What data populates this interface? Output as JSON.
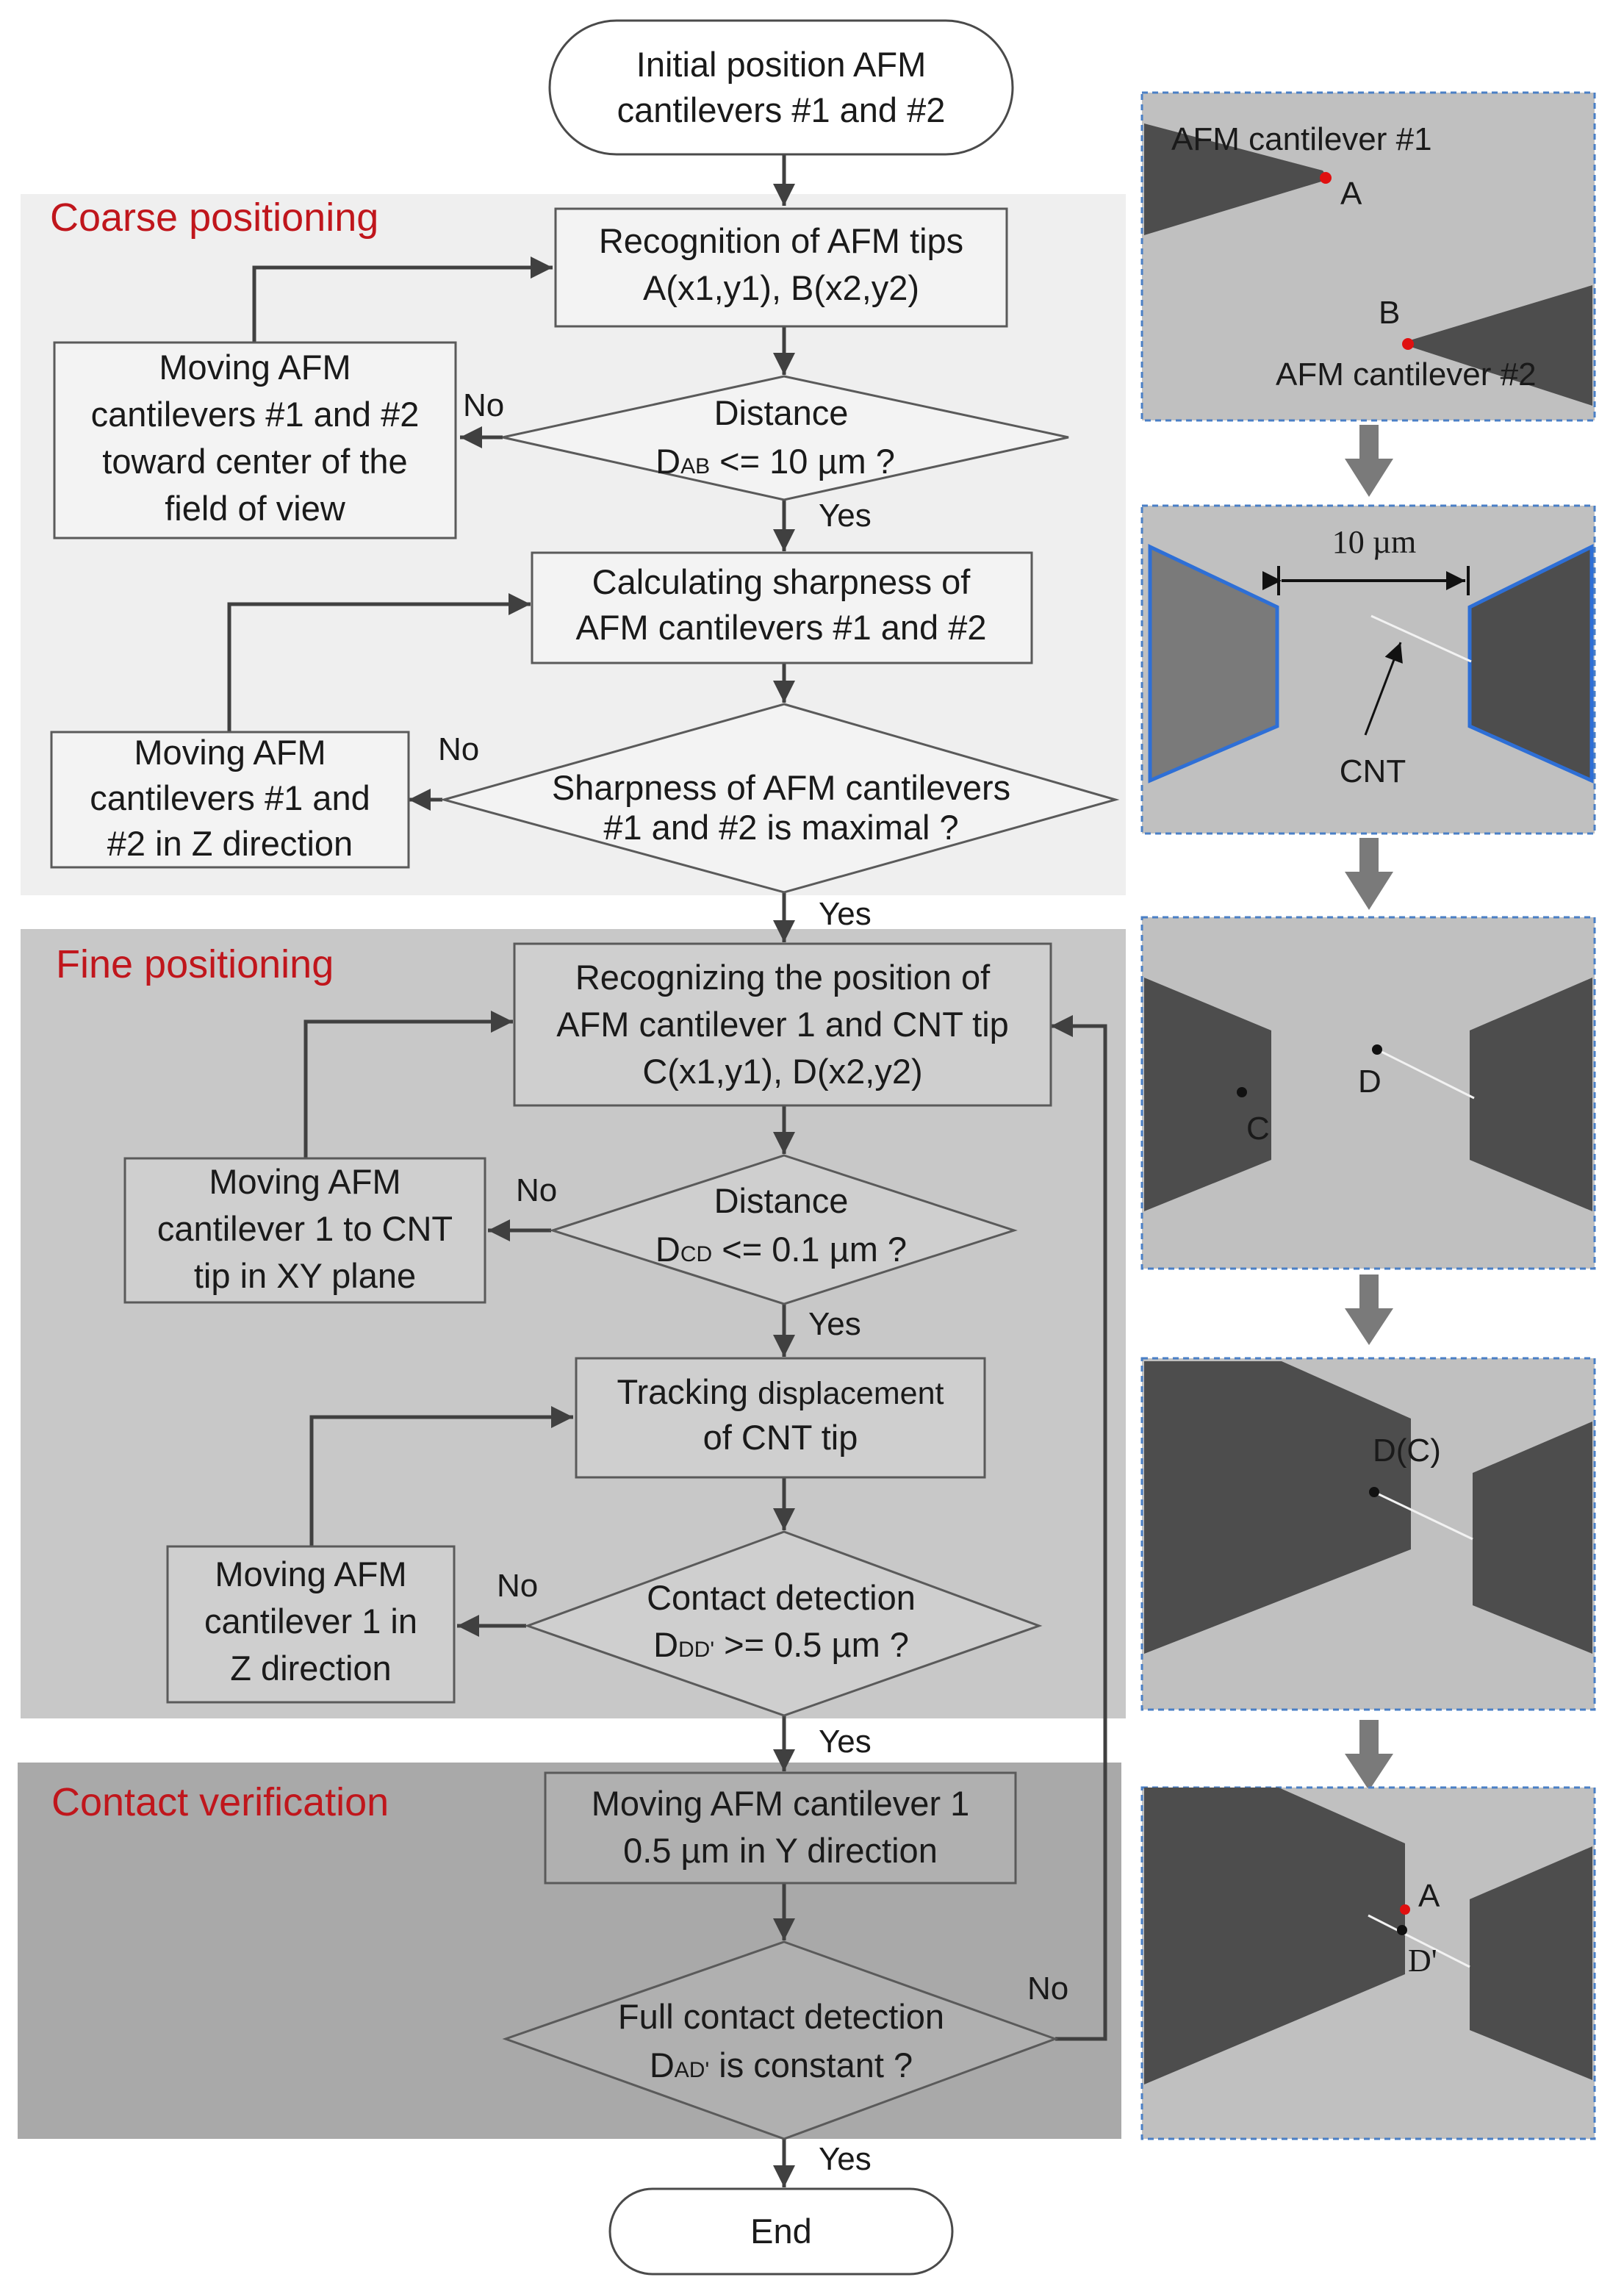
{
  "sections": {
    "coarse": "Coarse positioning",
    "fine": "Fine positioning",
    "contact": "Contact verification"
  },
  "start": {
    "line1": "Initial position AFM",
    "line2": "cantilevers #1 and #2"
  },
  "coarse": {
    "recognition": {
      "line1": "Recognition of  AFM tips",
      "line2": "A(x1,y1),  B(x2,y2)"
    },
    "move_center": {
      "line1": "Moving AFM",
      "line2": "cantilevers #1 and #2",
      "line3": "toward  center of the",
      "line4": "field of view"
    },
    "distance_check": {
      "line1": "Distance",
      "var": "D",
      "sub": "AB",
      "rest": " <= 10 µm ?"
    },
    "sharpness_calc": {
      "line1": "Calculating sharpness of",
      "line2": "AFM cantilevers #1 and  #2"
    },
    "move_z": {
      "line1": "Moving AFM",
      "line2": "cantilevers #1 and",
      "line3": "#2 in Z direction"
    },
    "sharpness_check": {
      "line1": "Sharpness  of AFM cantilevers",
      "line2": "#1 and #2 is maximal ?"
    }
  },
  "fine": {
    "recognize_pos": {
      "line1": "Recognizing the position of",
      "line2": "AFM cantilever 1 and CNT tip",
      "line3": "C(x1,y1), D(x2,y2)"
    },
    "move_xy": {
      "line1": "Moving AFM",
      "line2": "cantilever 1 to CNT",
      "line3": "tip in XY plane"
    },
    "distance_check": {
      "line1": "Distance",
      "var": "D",
      "sub": "CD",
      "rest": " <= 0.1 µm ?"
    },
    "tracking": {
      "line1a": "Tracking ",
      "line1b": "displacement",
      "line2": "of CNT tip"
    },
    "move_z": {
      "line1": "Moving AFM",
      "line2": "cantilever 1 in",
      "line3": "Z direction"
    },
    "contact_check": {
      "line1": "Contact detection",
      "var": "D",
      "sub": "DD'",
      "rest": " >= 0.5 µm ?"
    }
  },
  "contact": {
    "move_y": {
      "line1": "Moving AFM cantilever 1",
      "line2": "0.5 µm in Y direction"
    },
    "full_check": {
      "line1": "Full contact detection",
      "var": "D",
      "sub": "AD'",
      "rest": "  is constant ?"
    }
  },
  "end": "End",
  "edge_labels": {
    "yes": "Yes",
    "no": "No"
  },
  "panels": {
    "p1": {
      "cantilever1": "AFM cantilever #1",
      "cantilever2": "AFM cantilever #2",
      "point_a": "A",
      "point_b": "B"
    },
    "p2": {
      "scale": "10 µm",
      "cnt": "CNT"
    },
    "p3": {
      "point_c": "C",
      "point_d": "D"
    },
    "p4": {
      "point_dc": "D(C)"
    },
    "p5": {
      "point_a": "A",
      "point_dprime": "D'"
    }
  },
  "colors": {
    "section_title": "#c0161c",
    "coarse_bg": "#efefef",
    "fine_bg": "#c8c8c8",
    "contact_bg": "#a9a9a9",
    "panel_bg": "#c0c0c0",
    "cantilever": "#4d4d4d",
    "panel_border": "#4a7fc6",
    "tip_marker": "#e01010"
  }
}
